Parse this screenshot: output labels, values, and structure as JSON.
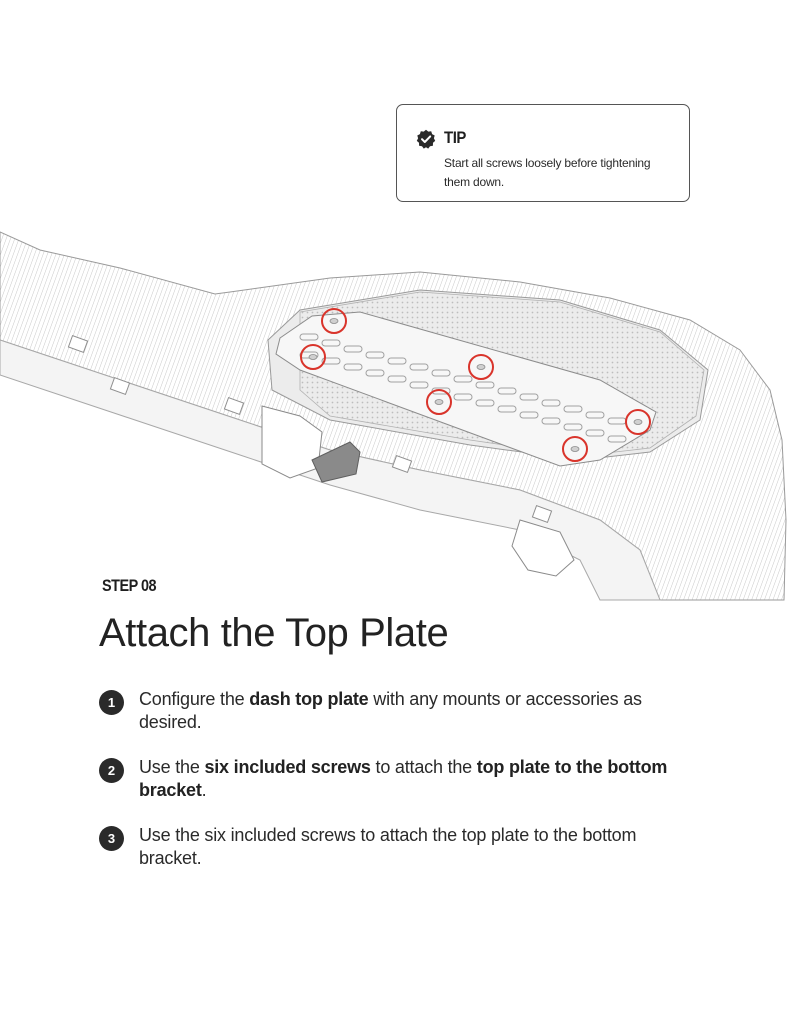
{
  "tip": {
    "title": "TIP",
    "text": "Start all screws loosely before tightening them down.",
    "icon": "check-badge-icon"
  },
  "illustration": {
    "description_icon": "dash-top-plate-illustration",
    "highlight_color": "#d9342b",
    "screw_markers": 6
  },
  "step": {
    "label": "STEP 08",
    "title": "Attach the Top Plate"
  },
  "instructions": [
    {
      "number": "1",
      "parts": [
        {
          "text": "Configure the ",
          "bold": false
        },
        {
          "text": "dash top plate",
          "bold": true
        },
        {
          "text": " with any mounts or accessories as desired.",
          "bold": false
        }
      ]
    },
    {
      "number": "2",
      "parts": [
        {
          "text": "Use the ",
          "bold": false
        },
        {
          "text": "six included screws",
          "bold": true
        },
        {
          "text": " to attach the ",
          "bold": false
        },
        {
          "text": "top plate to the bottom bracket",
          "bold": true
        },
        {
          "text": ".",
          "bold": false
        }
      ]
    },
    {
      "number": "3",
      "parts": [
        {
          "text": "Use the six included screws to attach the top plate to the bottom bracket.",
          "bold": false
        }
      ]
    }
  ]
}
